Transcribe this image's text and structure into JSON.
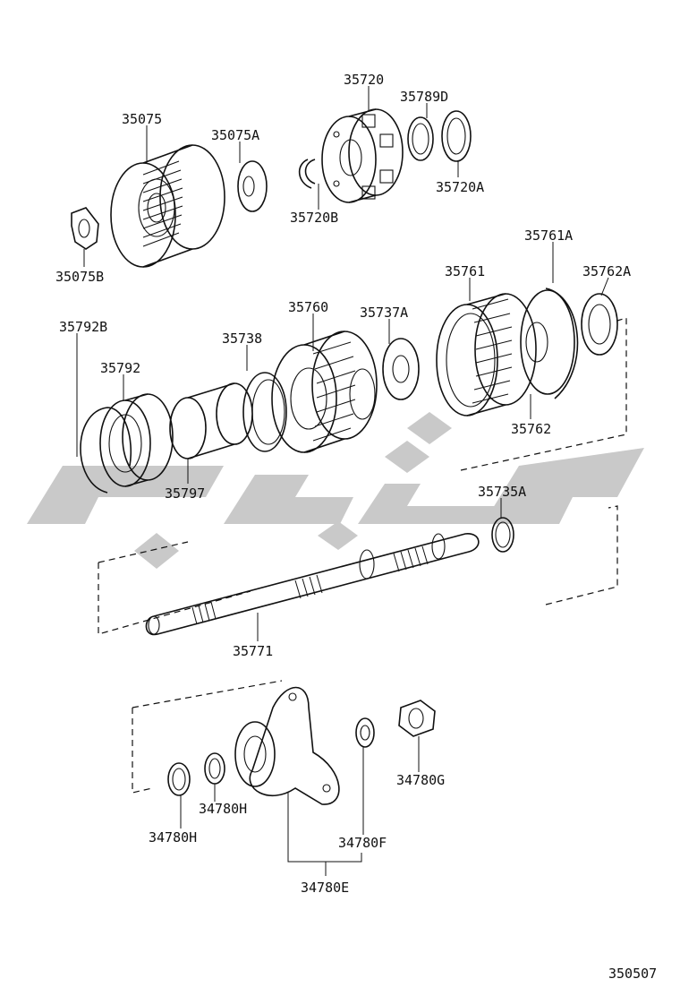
{
  "watermark": {
    "text": "",
    "color": "#c9c9c9"
  },
  "diagram_code": "350507",
  "parts": [
    {
      "id": "p-35075",
      "label": "35075"
    },
    {
      "id": "p-35075A",
      "label": "35075A"
    },
    {
      "id": "p-35075B",
      "label": "35075B"
    },
    {
      "id": "p-35720",
      "label": "35720"
    },
    {
      "id": "p-35789D",
      "label": "35789D"
    },
    {
      "id": "p-35720A",
      "label": "35720A"
    },
    {
      "id": "p-35720B",
      "label": "35720B"
    },
    {
      "id": "p-35761A",
      "label": "35761A"
    },
    {
      "id": "p-35761",
      "label": "35761"
    },
    {
      "id": "p-35762A",
      "label": "35762A"
    },
    {
      "id": "p-35760",
      "label": "35760"
    },
    {
      "id": "p-35737A",
      "label": "35737A"
    },
    {
      "id": "p-35738",
      "label": "35738"
    },
    {
      "id": "p-35792B",
      "label": "35792B"
    },
    {
      "id": "p-35792",
      "label": "35792"
    },
    {
      "id": "p-35762",
      "label": "35762"
    },
    {
      "id": "p-35797",
      "label": "35797"
    },
    {
      "id": "p-35735A",
      "label": "35735A"
    },
    {
      "id": "p-35771",
      "label": "35771"
    },
    {
      "id": "p-34780G",
      "label": "34780G"
    },
    {
      "id": "p-34780H",
      "label": "34780H"
    },
    {
      "id": "p-34780HH",
      "label": "34780H"
    },
    {
      "id": "p-34780F",
      "label": "34780F"
    },
    {
      "id": "p-34780E",
      "label": "34780E"
    }
  ]
}
